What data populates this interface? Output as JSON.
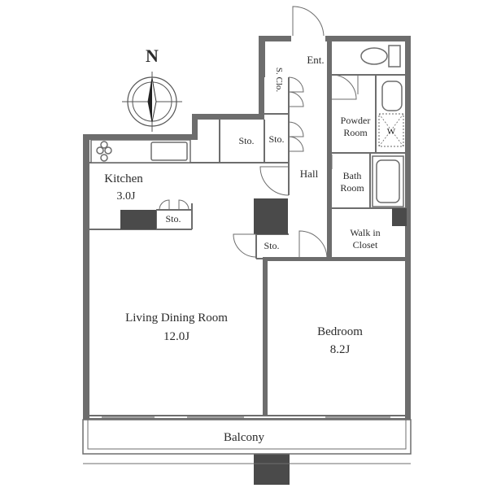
{
  "compass": {
    "north_label": "N"
  },
  "rooms": {
    "entrance": "Ent.",
    "shoe_closet": "S. Clo.",
    "storage_top": "Sto.",
    "storage_hall": "Sto.",
    "kitchen": {
      "name": "Kitchen",
      "size": "3.0J"
    },
    "kitchen_storage": "Sto.",
    "hall": "Hall",
    "powder_room": {
      "line1": "Powder",
      "line2": "Room",
      "washer": "W"
    },
    "bath_room": {
      "line1": "Bath",
      "line2": "Room"
    },
    "walk_in_closet": {
      "line1": "Walk in",
      "line2": "Closet"
    },
    "hall_storage_lower": "Sto.",
    "living_dining": {
      "name": "Living Dining Room",
      "size": "12.0J"
    },
    "bedroom": {
      "name": "Bedroom",
      "size": "8.2J"
    },
    "balcony": "Balcony"
  }
}
